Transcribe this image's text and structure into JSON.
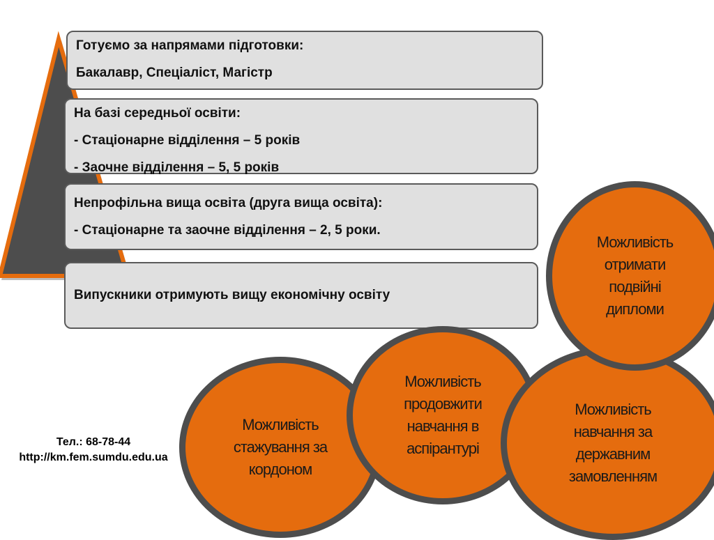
{
  "boxes": {
    "box1": [
      "Готуємо за напрямами підготовки:",
      "Бакалавр, Спеціаліст, Магістр"
    ],
    "box2": [
      "На базі середньої освіти:",
      "- Стаціонарне відділення – 5 років",
      "- Заочне відділення – 5, 5 років"
    ],
    "box3": [
      "Непрофільна вища освіта (друга вища освіта):",
      "- Стаціонарне та заочне відділення – 2, 5 роки."
    ],
    "box4": [
      "Випускники отримують вищу економічну освіту"
    ]
  },
  "circles": {
    "double_diploma": [
      "Можливість",
      "отримати",
      "подвійні",
      "дипломи"
    ],
    "postgraduate": [
      "Можливість",
      "продовжити",
      "навчання в",
      "аспірантурі"
    ],
    "internship": [
      "Можливість",
      "стажування за",
      "кордоном"
    ],
    "state_order": [
      "Можливість",
      "навчання за",
      "державним",
      "замовленням"
    ]
  },
  "contacts": {
    "phone": "Тел.:    68-78-44",
    "url": "http://km.fem.sumdu.edu.ua"
  },
  "colors": {
    "accent_orange": "#e56c0e",
    "pyramid_gray": "#4d4d4d",
    "box_fill": "#e0e0e0"
  }
}
